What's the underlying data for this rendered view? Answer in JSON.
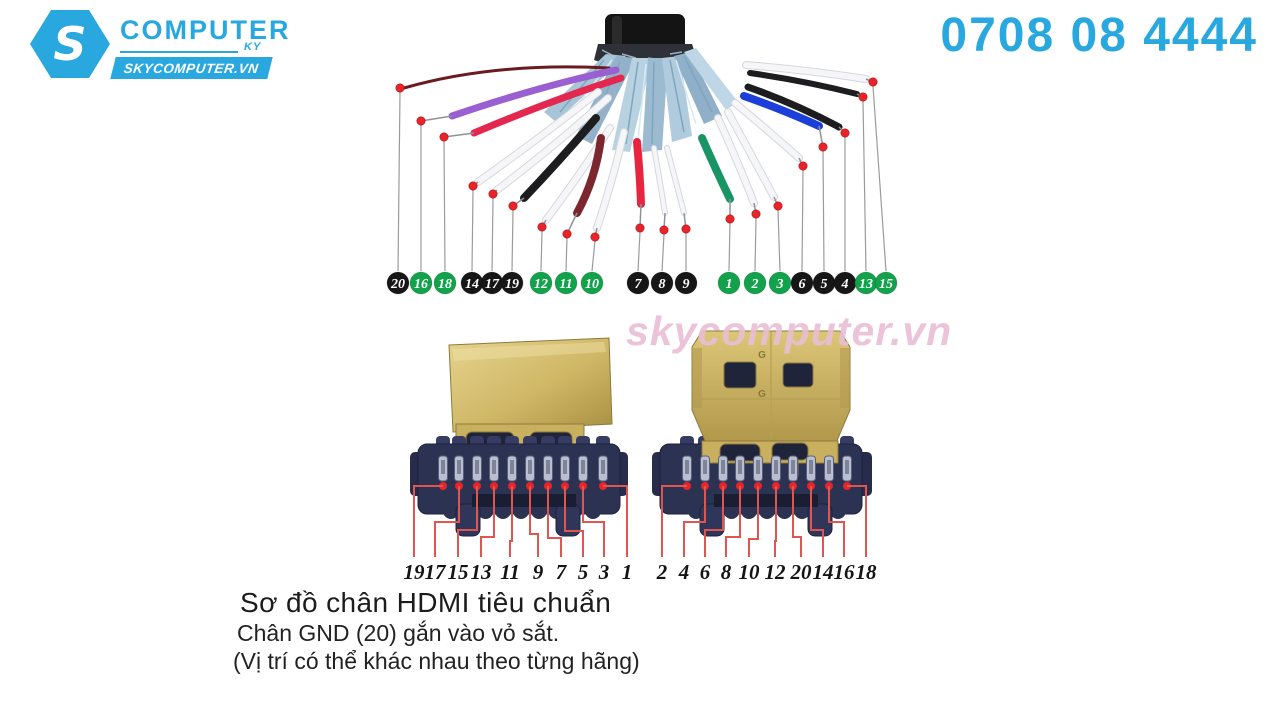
{
  "brand": {
    "monogram": "S",
    "name": "COMPUTER",
    "tagline": "KY",
    "badge": "SKYCOMPUTER.VN",
    "hotline": "0708 08 4444"
  },
  "watermark": "skycomputer.vn",
  "captions": {
    "title": "Sơ đồ chân HDMI tiêu chuẩn",
    "note1": "Chân GND (20) gắn vào vỏ sắt.",
    "note2": "(Vị trí có thể khác nhau theo từng hãng)"
  },
  "plug_stamps": [
    "G",
    "G"
  ],
  "colors": {
    "accent_blue": "#29a8e0",
    "watermark_pink": "#e9bed5",
    "badge_green": "#12a24b",
    "badge_black": "#161616",
    "dot_red": "#e62429",
    "route_red": "#e05550",
    "leader_gray": "#9b9b9b",
    "wire_palette": {
      "dark_red": "#6b1b1f",
      "purple": "#9a5fd0",
      "crimson": "#e3274e",
      "white": "#f6f6f8",
      "black": "#1d1d20",
      "maroon": "#7c2630",
      "red": "#e8243f",
      "green": "#189465",
      "blue": "#1b3fd8"
    }
  },
  "fanout_pins": [
    {
      "label": "20",
      "badge": "black",
      "wire": "dark_red"
    },
    {
      "label": "16",
      "badge": "green",
      "wire": "purple"
    },
    {
      "label": "18",
      "badge": "green",
      "wire": "crimson"
    },
    {
      "label": "14",
      "badge": "black",
      "wire": "white"
    },
    {
      "label": "17",
      "badge": "black",
      "wire": "white"
    },
    {
      "label": "19",
      "badge": "black",
      "wire": "black"
    },
    {
      "label": "12",
      "badge": "green",
      "wire": "white"
    },
    {
      "label": "11",
      "badge": "green",
      "wire": "maroon"
    },
    {
      "label": "10",
      "badge": "green",
      "wire": "white"
    },
    {
      "label": "7",
      "badge": "black",
      "wire": "red"
    },
    {
      "label": "8",
      "badge": "black",
      "wire": "white"
    },
    {
      "label": "9",
      "badge": "black",
      "wire": "white"
    },
    {
      "label": "1",
      "badge": "green",
      "wire": "green"
    },
    {
      "label": "2",
      "badge": "green",
      "wire": "white"
    },
    {
      "label": "3",
      "badge": "green",
      "wire": "white"
    },
    {
      "label": "6",
      "badge": "black",
      "wire": "white"
    },
    {
      "label": "5",
      "badge": "black",
      "wire": "blue"
    },
    {
      "label": "4",
      "badge": "black",
      "wire": "black"
    },
    {
      "label": "13",
      "badge": "green",
      "wire": "black"
    },
    {
      "label": "15",
      "badge": "green",
      "wire": "white"
    }
  ],
  "left_connector_labels": [
    "19",
    "17",
    "15",
    "13",
    "11",
    "9",
    "7",
    "5",
    "3",
    "1"
  ],
  "right_connector_labels": [
    "2",
    "4",
    "6",
    "8",
    "10",
    "12",
    "20",
    "14",
    "16",
    "18"
  ]
}
